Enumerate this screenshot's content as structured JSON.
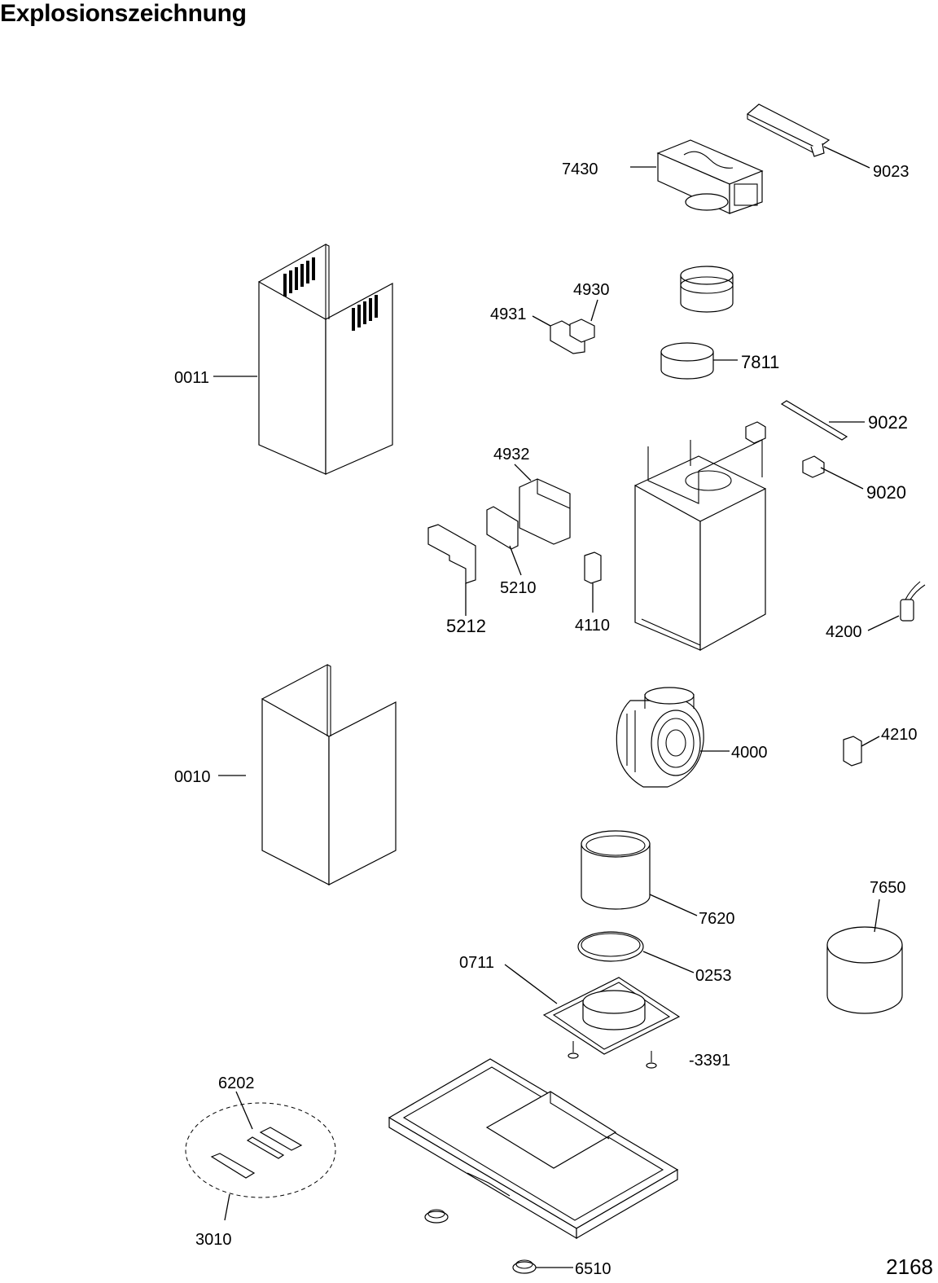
{
  "title": "Explosionszeichnung",
  "page_number": "2168",
  "labels": {
    "p9023": "9023",
    "p7430": "7430",
    "p4930": "4930",
    "p4931": "4931",
    "p7811": "7811",
    "p0011": "0011",
    "p9022": "9022",
    "p4932": "4932",
    "p9020": "9020",
    "p5210": "5210",
    "p5212": "5212",
    "p4110": "4110",
    "p4200": "4200",
    "p0010": "0010",
    "p4000": "4000",
    "p4210": "4210",
    "p7650": "7650",
    "p7620": "7620",
    "p0711": "0711",
    "p0253": "0253",
    "p3391": "-3391",
    "p6202": "6202",
    "p3010": "3010",
    "p6510": "6510"
  }
}
